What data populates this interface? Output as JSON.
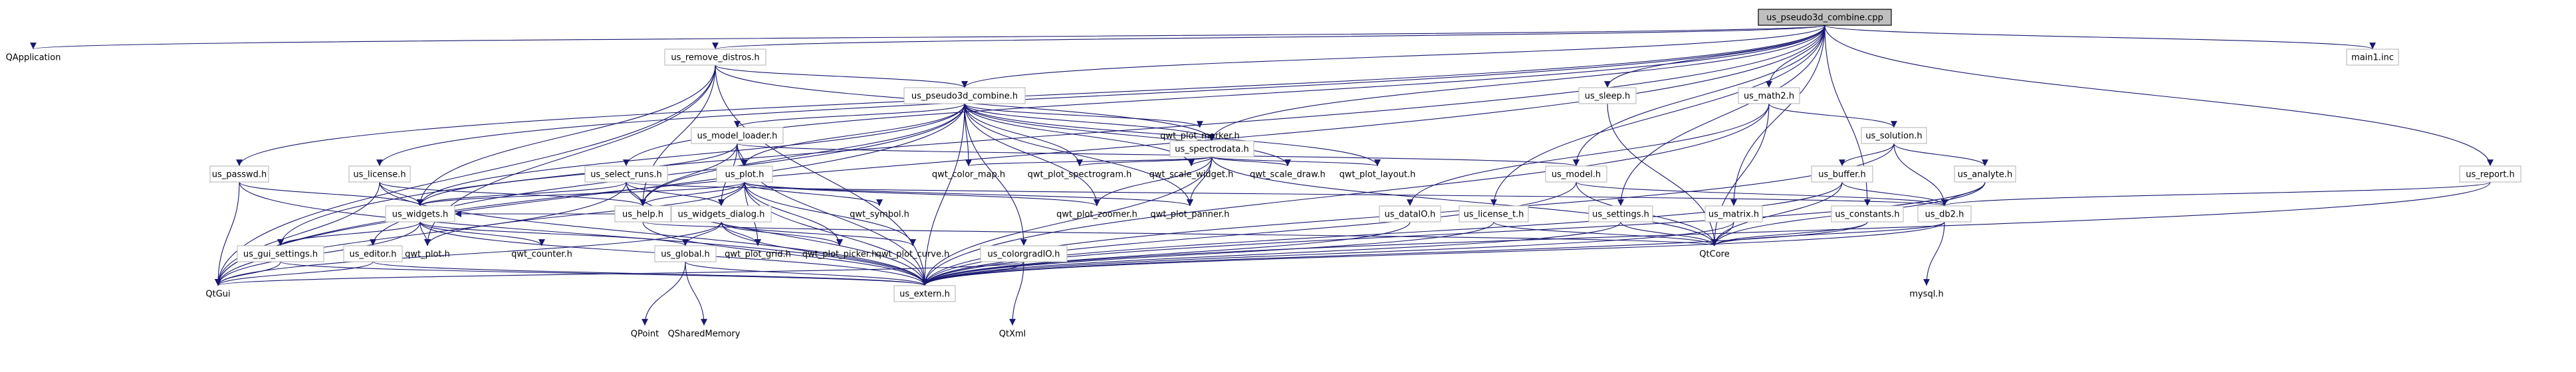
{
  "graph": {
    "root": "us_pseudo3d_combine.cpp",
    "nodes": [
      {
        "id": "root",
        "label": "us_pseudo3d_combine.cpp",
        "boxed": true
      },
      {
        "id": "qapp",
        "label": "QApplication",
        "boxed": false
      },
      {
        "id": "remove",
        "label": "us_remove_distros.h",
        "boxed": true
      },
      {
        "id": "main1",
        "label": "main1.inc",
        "boxed": true
      },
      {
        "id": "sleep",
        "label": "us_sleep.h",
        "boxed": true
      },
      {
        "id": "math2",
        "label": "us_math2.h",
        "boxed": true
      },
      {
        "id": "p3dh",
        "label": "us_pseudo3d_combine.h",
        "boxed": true
      },
      {
        "id": "marker",
        "label": "qwt_plot_marker.h",
        "boxed": false
      },
      {
        "id": "loader",
        "label": "us_model_loader.h",
        "boxed": true
      },
      {
        "id": "spectro",
        "label": "us_spectrodata.h",
        "boxed": true
      },
      {
        "id": "solution",
        "label": "us_solution.h",
        "boxed": true
      },
      {
        "id": "passed",
        "label": "us_passwd.h",
        "boxed": true
      },
      {
        "id": "license",
        "label": "us_license.h",
        "boxed": true
      },
      {
        "id": "select",
        "label": "us_select_runs.h",
        "boxed": true
      },
      {
        "id": "plot",
        "label": "us_plot.h",
        "boxed": true
      },
      {
        "id": "cmap",
        "label": "qwt_color_map.h",
        "boxed": false
      },
      {
        "id": "spectrogram",
        "label": "qwt_plot_spectrogram.h",
        "boxed": false
      },
      {
        "id": "scalewidget",
        "label": "qwt_scale_widget.h",
        "boxed": false
      },
      {
        "id": "scaledraw",
        "label": "qwt_scale_draw.h",
        "boxed": false
      },
      {
        "id": "plotlayout",
        "label": "qwt_plot_layout.h",
        "boxed": false
      },
      {
        "id": "model",
        "label": "us_model.h",
        "boxed": true
      },
      {
        "id": "buffer",
        "label": "us_buffer.h",
        "boxed": true
      },
      {
        "id": "analyte",
        "label": "us_analyte.h",
        "boxed": true
      },
      {
        "id": "report",
        "label": "us_report.h",
        "boxed": true
      },
      {
        "id": "widgets",
        "label": "us_widgets.h",
        "boxed": true
      },
      {
        "id": "help",
        "label": "us_help.h",
        "boxed": true
      },
      {
        "id": "symbol",
        "label": "qwt_symbol.h",
        "boxed": false
      },
      {
        "id": "wdialog",
        "label": "us_widgets_dialog.h",
        "boxed": true
      },
      {
        "id": "zoomer",
        "label": "qwt_plot_zoomer.h",
        "boxed": false
      },
      {
        "id": "panner",
        "label": "qwt_plot_panner.h",
        "boxed": false
      },
      {
        "id": "dataio",
        "label": "us_dataIO.h",
        "boxed": true
      },
      {
        "id": "licenset",
        "label": "us_license_t.h",
        "boxed": true
      },
      {
        "id": "settings",
        "label": "us_settings.h",
        "boxed": true
      },
      {
        "id": "matrix",
        "label": "us_matrix.h",
        "boxed": true
      },
      {
        "id": "constants",
        "label": "us_constants.h",
        "boxed": true
      },
      {
        "id": "db2",
        "label": "us_db2.h",
        "boxed": true
      },
      {
        "id": "guisettings",
        "label": "us_gui_settings.h",
        "boxed": true
      },
      {
        "id": "editor",
        "label": "us_editor.h",
        "boxed": true
      },
      {
        "id": "qwtplot",
        "label": "qwt_plot.h",
        "boxed": false
      },
      {
        "id": "counter",
        "label": "qwt_counter.h",
        "boxed": false
      },
      {
        "id": "global",
        "label": "us_global.h",
        "boxed": true
      },
      {
        "id": "grid",
        "label": "qwt_plot_grid.h",
        "boxed": false
      },
      {
        "id": "picker",
        "label": "qwt_plot_picker.h",
        "boxed": false
      },
      {
        "id": "curve",
        "label": "qwt_plot_curve.h",
        "boxed": false
      },
      {
        "id": "colorgrad",
        "label": "us_colorgradIO.h",
        "boxed": true
      },
      {
        "id": "qtcore",
        "label": "QtCore",
        "boxed": false
      },
      {
        "id": "mysql",
        "label": "mysql.h",
        "boxed": false
      },
      {
        "id": "qtgui",
        "label": "QtGui",
        "boxed": false
      },
      {
        "id": "extern",
        "label": "us_extern.h",
        "boxed": true
      },
      {
        "id": "qpoint",
        "label": "QPoint",
        "boxed": false
      },
      {
        "id": "qshared",
        "label": "QSharedMemory",
        "boxed": false
      },
      {
        "id": "qtxml",
        "label": "QtXml",
        "boxed": false
      }
    ],
    "edges": [
      [
        "root",
        "qapp"
      ],
      [
        "root",
        "remove"
      ],
      [
        "root",
        "main1"
      ],
      [
        "root",
        "sleep"
      ],
      [
        "root",
        "math2"
      ],
      [
        "root",
        "p3dh"
      ],
      [
        "root",
        "spectro"
      ],
      [
        "root",
        "passed"
      ],
      [
        "root",
        "license"
      ],
      [
        "root",
        "select"
      ],
      [
        "root",
        "model"
      ],
      [
        "root",
        "licenset"
      ],
      [
        "root",
        "settings"
      ],
      [
        "root",
        "matrix"
      ],
      [
        "root",
        "constants"
      ],
      [
        "root",
        "report"
      ],
      [
        "root",
        "guisettings"
      ],
      [
        "root",
        "qtgui"
      ],
      [
        "remove",
        "p3dh"
      ],
      [
        "remove",
        "spectro"
      ],
      [
        "remove",
        "widgets"
      ],
      [
        "remove",
        "help"
      ],
      [
        "remove",
        "qwtplot"
      ],
      [
        "remove",
        "qtgui"
      ],
      [
        "remove",
        "extern"
      ],
      [
        "p3dh",
        "marker"
      ],
      [
        "p3dh",
        "loader"
      ],
      [
        "p3dh",
        "spectro"
      ],
      [
        "p3dh",
        "plot"
      ],
      [
        "p3dh",
        "cmap"
      ],
      [
        "p3dh",
        "spectrogram"
      ],
      [
        "p3dh",
        "scalewidget"
      ],
      [
        "p3dh",
        "scaledraw"
      ],
      [
        "p3dh",
        "plotlayout"
      ],
      [
        "p3dh",
        "widgets"
      ],
      [
        "p3dh",
        "help"
      ],
      [
        "p3dh",
        "editor"
      ],
      [
        "p3dh",
        "zoomer"
      ],
      [
        "p3dh",
        "panner"
      ],
      [
        "p3dh",
        "colorgrad"
      ],
      [
        "p3dh",
        "qtgui"
      ],
      [
        "p3dh",
        "extern"
      ],
      [
        "loader",
        "plot"
      ],
      [
        "loader",
        "model"
      ],
      [
        "loader",
        "widgets"
      ],
      [
        "loader",
        "wdialog"
      ],
      [
        "loader",
        "help"
      ],
      [
        "loader",
        "extern"
      ],
      [
        "spectro",
        "cmap"
      ],
      [
        "spectro",
        "spectrogram"
      ],
      [
        "spectro",
        "scalewidget"
      ],
      [
        "spectro",
        "scaledraw"
      ],
      [
        "spectro",
        "plotlayout"
      ],
      [
        "spectro",
        "zoomer"
      ],
      [
        "spectro",
        "panner"
      ],
      [
        "spectro",
        "qtcore"
      ],
      [
        "spectro",
        "extern"
      ],
      [
        "math2",
        "solution"
      ],
      [
        "math2",
        "dataio"
      ],
      [
        "math2",
        "qtcore"
      ],
      [
        "math2",
        "extern"
      ],
      [
        "solution",
        "buffer"
      ],
      [
        "solution",
        "analyte"
      ],
      [
        "solution",
        "db2"
      ],
      [
        "solution",
        "extern"
      ],
      [
        "buffer",
        "db2"
      ],
      [
        "buffer",
        "qtcore"
      ],
      [
        "buffer",
        "extern"
      ],
      [
        "analyte",
        "db2"
      ],
      [
        "analyte",
        "qtcore"
      ],
      [
        "analyte",
        "extern"
      ],
      [
        "report",
        "db2"
      ],
      [
        "report",
        "extern"
      ],
      [
        "sleep",
        "qtcore"
      ],
      [
        "passed",
        "widgets"
      ],
      [
        "passed",
        "qtgui"
      ],
      [
        "passed",
        "extern"
      ],
      [
        "license",
        "widgets"
      ],
      [
        "license",
        "help"
      ],
      [
        "license",
        "qtgui"
      ],
      [
        "license",
        "extern"
      ],
      [
        "select",
        "widgets"
      ],
      [
        "select",
        "wdialog"
      ],
      [
        "select",
        "help"
      ],
      [
        "select",
        "db2"
      ],
      [
        "select",
        "qtgui"
      ],
      [
        "select",
        "extern"
      ],
      [
        "plot",
        "widgets"
      ],
      [
        "plot",
        "wdialog"
      ],
      [
        "plot",
        "help"
      ],
      [
        "plot",
        "symbol"
      ],
      [
        "plot",
        "zoomer"
      ],
      [
        "plot",
        "panner"
      ],
      [
        "plot",
        "grid"
      ],
      [
        "plot",
        "picker"
      ],
      [
        "plot",
        "curve"
      ],
      [
        "plot",
        "qwtplot"
      ],
      [
        "plot",
        "extern"
      ],
      [
        "model",
        "db2"
      ],
      [
        "model",
        "qtcore"
      ],
      [
        "model",
        "extern"
      ],
      [
        "widgets",
        "guisettings"
      ],
      [
        "widgets",
        "qwtplot"
      ],
      [
        "widgets",
        "counter"
      ],
      [
        "widgets",
        "global"
      ],
      [
        "widgets",
        "qtgui"
      ],
      [
        "widgets",
        "extern"
      ],
      [
        "wdialog",
        "widgets"
      ],
      [
        "wdialog",
        "global"
      ],
      [
        "wdialog",
        "grid"
      ],
      [
        "wdialog",
        "picker"
      ],
      [
        "wdialog",
        "curve"
      ],
      [
        "wdialog",
        "qtgui"
      ],
      [
        "wdialog",
        "extern"
      ],
      [
        "help",
        "qtcore"
      ],
      [
        "help",
        "extern"
      ],
      [
        "dataio",
        "extern"
      ],
      [
        "licenset",
        "qtcore"
      ],
      [
        "licenset",
        "extern"
      ],
      [
        "settings",
        "qtcore"
      ],
      [
        "settings",
        "extern"
      ],
      [
        "matrix",
        "qtcore"
      ],
      [
        "matrix",
        "extern"
      ],
      [
        "constants",
        "qtcore"
      ],
      [
        "constants",
        "extern"
      ],
      [
        "db2",
        "mysql"
      ],
      [
        "db2",
        "qtcore"
      ],
      [
        "db2",
        "extern"
      ],
      [
        "guisettings",
        "qtgui"
      ],
      [
        "guisettings",
        "extern"
      ],
      [
        "editor",
        "qtgui"
      ],
      [
        "editor",
        "extern"
      ],
      [
        "global",
        "qpoint"
      ],
      [
        "global",
        "qshared"
      ],
      [
        "global",
        "extern"
      ],
      [
        "colorgrad",
        "qtxml"
      ],
      [
        "colorgrad",
        "qtgui"
      ],
      [
        "colorgrad",
        "extern"
      ]
    ]
  },
  "colors": {
    "edge": "#191970",
    "node_border": "#bfbfbf",
    "root_fill": "#bfbfbf",
    "background": "#ffffff"
  }
}
